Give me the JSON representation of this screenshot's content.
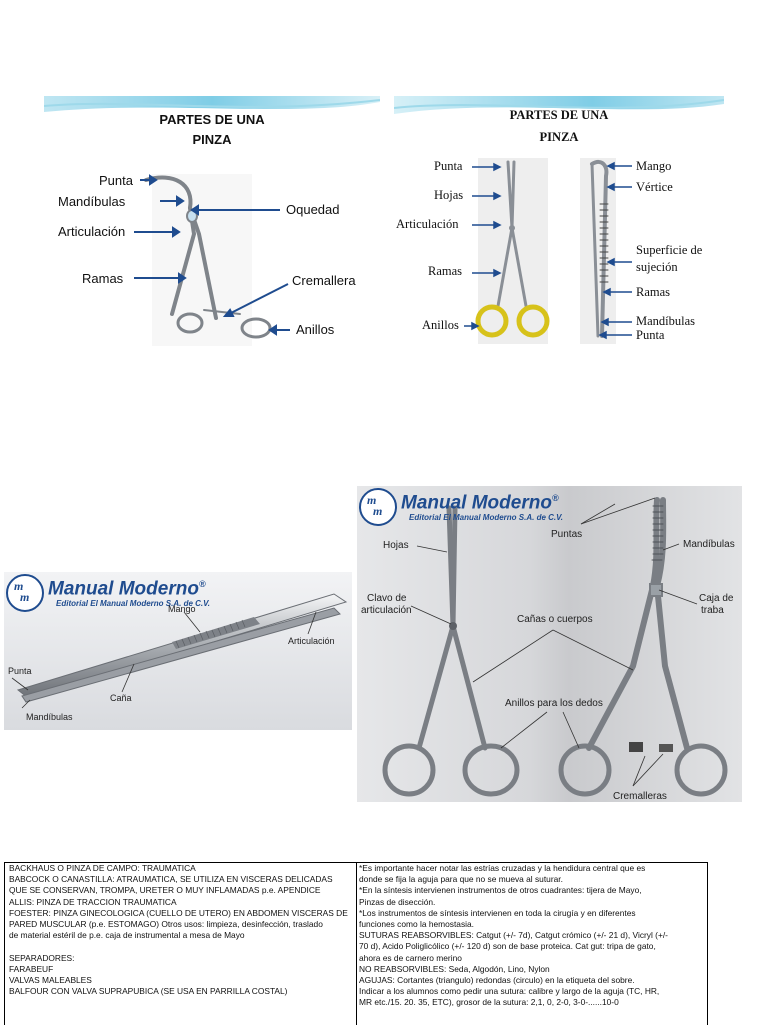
{
  "slide1": {
    "title_line1": "PARTES DE UNA",
    "title_line2": "PINZA",
    "labels": {
      "punta": "Punta",
      "mandibulas": "Mandíbulas",
      "articulacion": "Articulación",
      "ramas": "Ramas",
      "oquedad": "Oquedad",
      "cremallera": "Cremallera",
      "anillos": "Anillos"
    },
    "accent_color": "#1f4c8f"
  },
  "slide2": {
    "title_line1": "PARTES DE UNA",
    "title_line2": "PINZA",
    "labels": {
      "punta_left": "Punta",
      "hojas": "Hojas",
      "articulacion": "Articulación",
      "ramas_left": "Ramas",
      "anillos": "Anillos",
      "mango": "Mango",
      "vertice": "Vértice",
      "superficie_1": "Superficie de",
      "superficie_2": "sujeción",
      "ramas_right": "Ramas",
      "mandibulas": "Mandíbulas",
      "punta_right": "Punta"
    },
    "ring_color": "#d7c21a"
  },
  "photo1": {
    "brand_name": "Manual Moderno",
    "brand_reg": "®",
    "brand_sub": "Editorial El Manual Moderno S.A. de C.V.",
    "labels": {
      "mango": "Mango",
      "articulacion": "Articulación",
      "punta": "Punta",
      "cana": "Caña",
      "mandibulas": "Mandíbulas"
    }
  },
  "photo2": {
    "brand_name": "Manual Moderno",
    "brand_reg": "®",
    "brand_sub": "Editorial El Manual Moderno S.A. de C.V.",
    "labels": {
      "hojas": "Hojas",
      "puntas": "Puntas",
      "mandibulas": "Mandíbulas",
      "clavo_1": "Clavo de",
      "clavo_2": "articulación",
      "canas": "Cañas o cuerpos",
      "caja_1": "Caja de",
      "caja_2": "traba",
      "anillos": "Anillos para los dedos",
      "cremalleras": "Cremalleras"
    }
  },
  "notes": {
    "left_lines": [
      "BACKHAUS O PINZA DE CAMPO:  TRAUMATICA",
      "BABCOCK O CANASTILLA: ATRAUMATICA, SE UTILIZA EN VISCERAS DELICADAS",
      "QUE SE CONSERVAN, TROMPA, URETER O MUY INFLAMADAS p.e. APENDICE",
      "ALLIS: PINZA DE TRACCION TRAUMATICA",
      "FOESTER: PINZA GINECOLOGICA (CUELLO DE UTERO) EN ABDOMEN VISCERAS DE",
      "PARED MUSCULAR (p.e. ESTOMAGO) Otros usos: limpieza, desinfección, traslado",
      "de material estéril de p.e. caja de instrumental a mesa de Mayo",
      "",
      "SEPARADORES:",
      "FARABEUF",
      "VALVAS MALEABLES",
      "BALFOUR CON VALVA SUPRAPUBICA (SE USA EN PARRILLA COSTAL)"
    ],
    "right_lines": [
      "*Es importante hacer notar las estrías cruzadas y la hendidura central que es",
      "donde se fija la aguja para que no se mueva al suturar.",
      "*En la síntesis intervienen instrumentos de otros cuadrantes: tijera de Mayo,",
      "Pinzas de disección.",
      "*Los instrumentos de síntesis intervienen en toda la cirugía y en diferentes",
      "funciones como la hemostasia.",
      "SUTURAS REABSORVIBLES: Catgut (+/- 7d), Catgut crómico (+/- 21 d), Vicryl (+/-",
      "70 d), Acido Poliglicólico (+/- 120 d) son de base proteica. Cat gut: tripa de gato,",
      "ahora es de carnero merino",
      "NO REABSORVIBLES: Seda, Algodón, Lino, Nylon",
      "AGUJAS: Cortantes (triangulo) redondas (circulo) en la etiqueta del sobre.",
      "Indicar a los alumnos como pedir una sutura: calibre y largo de la aguja (TC, HR,",
      "MR etc./15. 20. 35, ETC), grosor de la sutura: 2,1, 0, 2-0, 3-0-......10-0"
    ]
  }
}
